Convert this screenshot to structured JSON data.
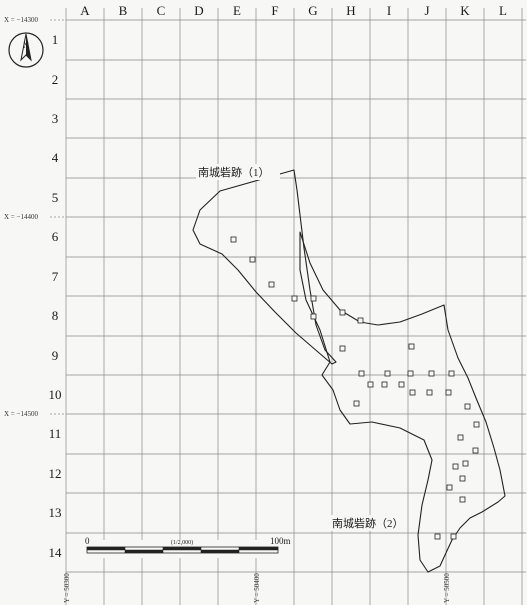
{
  "columns": [
    "A",
    "B",
    "C",
    "D",
    "E",
    "F",
    "G",
    "H",
    "I",
    "J",
    "K",
    "L"
  ],
  "rows": [
    "1",
    "2",
    "3",
    "4",
    "5",
    "6",
    "7",
    "8",
    "9",
    "10",
    "11",
    "12",
    "13",
    "14"
  ],
  "coordinates": {
    "x_top": "X = −14300",
    "x_mid": "X = −14400",
    "x_low": "X = −14500",
    "y_left": "Y = 50300",
    "y_mid": "Y = 50400",
    "y_right": "Y = 50500"
  },
  "sites": {
    "site1": "南城砦跡（1）",
    "site2": "南城砦跡（2）"
  },
  "scale": {
    "start": "0",
    "ratio": "(1/2,000)",
    "end": "100m"
  },
  "north_arrow": {
    "icon": "north-arrow-icon"
  },
  "colors": {
    "grid": "#8a8a8a",
    "outline": "#222222",
    "background": "#f7f7f5"
  }
}
